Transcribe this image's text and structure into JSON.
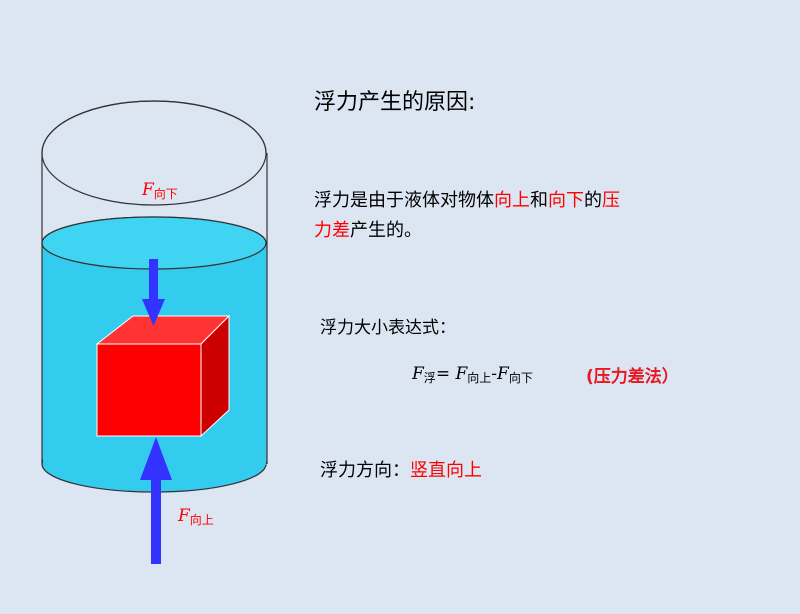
{
  "title": "浮力产生的原因:",
  "reason": {
    "part1": "浮力是由于液体对物体",
    "up": "向上",
    "and": "和",
    "down": "向下",
    "of": "的",
    "pressure_diff_line1": "压",
    "pressure_diff_line2": "力差",
    "tail": "产生的。"
  },
  "expression": {
    "label": "浮力大小表达式：",
    "F": "F",
    "sub_float": "浮",
    "equals": "= ",
    "sub_up": "向上",
    "minus": "-",
    "sub_down": "向下",
    "method": "(压力差法）"
  },
  "direction": {
    "label": "浮力方向：",
    "value": "竖直向上"
  },
  "diagram_labels": {
    "force_down": {
      "F": "F",
      "sub": "向下"
    },
    "force_up": {
      "F": "F",
      "sub": "向上"
    }
  },
  "colors": {
    "background": "#dce6f2",
    "water": "#33ccee",
    "cube_front": "#ff0000",
    "cube_side": "#cc0000",
    "cube_top": "#ff3333",
    "arrow": "#3333ff",
    "highlight": "#ff0000"
  }
}
